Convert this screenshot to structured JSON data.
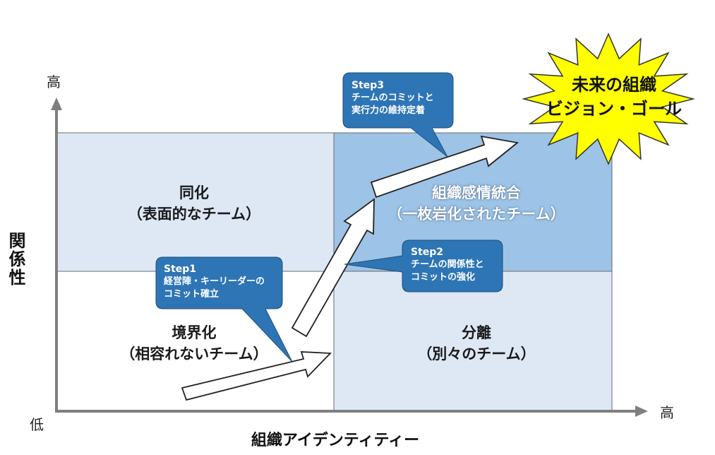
{
  "axes": {
    "y_label": "関係性",
    "x_label": "組織アイデンティティー",
    "y_high": "高",
    "x_high": "高",
    "origin_low": "低"
  },
  "quadrants": {
    "top_left": {
      "line1": "同化",
      "line2": "（表面的なチーム）",
      "color": "#dee8f5"
    },
    "top_right": {
      "line1": "組織感情統合",
      "line2": "（一枚岩化されたチーム）",
      "color": "#9dc3e6"
    },
    "bottom_left": {
      "line1": "境界化",
      "line2": "（相容れないチーム）",
      "color": "#ffffff"
    },
    "bottom_right": {
      "line1": "分離",
      "line2": "（別々のチーム）",
      "color": "#dee8f5"
    }
  },
  "callouts": {
    "step1": {
      "title": "Step1",
      "line1": "経営陣・キーリーダーの",
      "line2": "コミット確立"
    },
    "step2": {
      "title": "Step2",
      "line1": "チームの関係性と",
      "line2": "コミットの強化"
    },
    "step3": {
      "title": "Step3",
      "line1": "チームのコミットと",
      "line2": "実行力の維持定着"
    }
  },
  "goal": {
    "line1": "未来の組織",
    "line2": "ビジョン・ゴール",
    "color": "#ffff00"
  },
  "colors": {
    "callout": "#2e75b6",
    "axis": "#7f7f7f",
    "arrow_border": "#222222"
  }
}
